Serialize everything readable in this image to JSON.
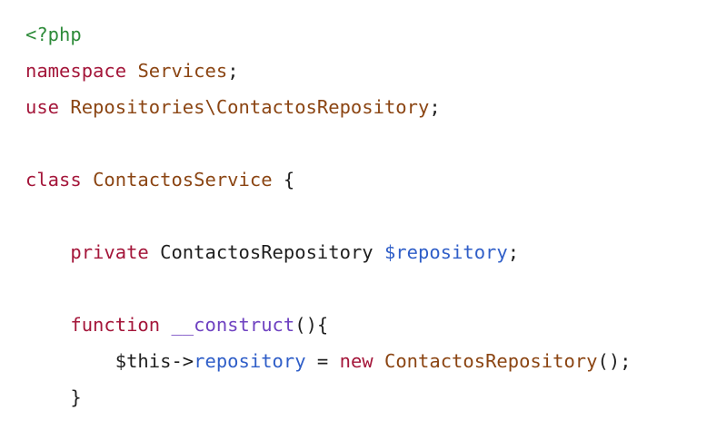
{
  "colors": {
    "tag": "#2e8b3a",
    "keyword": "#a4163a",
    "type": "#8b4513",
    "text": "#1f1f1f",
    "variable": "#2f5ec8",
    "function": "#6f42c1"
  },
  "code": {
    "lines": [
      [
        {
          "text": "<?php",
          "role": "tag"
        }
      ],
      [
        {
          "text": "namespace",
          "role": "keyword"
        },
        {
          "text": " ",
          "role": "text"
        },
        {
          "text": "Services",
          "role": "type"
        },
        {
          "text": ";",
          "role": "text"
        }
      ],
      [
        {
          "text": "use",
          "role": "keyword"
        },
        {
          "text": " ",
          "role": "text"
        },
        {
          "text": "Repositories\\ContactosRepository",
          "role": "type"
        },
        {
          "text": ";",
          "role": "text"
        }
      ],
      [],
      [
        {
          "text": "class",
          "role": "keyword"
        },
        {
          "text": " ",
          "role": "text"
        },
        {
          "text": "ContactosService",
          "role": "type"
        },
        {
          "text": " {",
          "role": "text"
        }
      ],
      [],
      [
        {
          "text": "    ",
          "role": "text"
        },
        {
          "text": "private",
          "role": "keyword"
        },
        {
          "text": " ContactosRepository ",
          "role": "text"
        },
        {
          "text": "$repository",
          "role": "variable"
        },
        {
          "text": ";",
          "role": "text"
        }
      ],
      [],
      [
        {
          "text": "    ",
          "role": "text"
        },
        {
          "text": "function",
          "role": "keyword"
        },
        {
          "text": " ",
          "role": "text"
        },
        {
          "text": "__construct",
          "role": "function"
        },
        {
          "text": "(){",
          "role": "text"
        }
      ],
      [
        {
          "text": "        ",
          "role": "text"
        },
        {
          "text": "$this",
          "role": "text"
        },
        {
          "text": "->",
          "role": "text"
        },
        {
          "text": "repository",
          "role": "variable"
        },
        {
          "text": " = ",
          "role": "text"
        },
        {
          "text": "new",
          "role": "keyword"
        },
        {
          "text": " ",
          "role": "text"
        },
        {
          "text": "ContactosRepository",
          "role": "type"
        },
        {
          "text": "();",
          "role": "text"
        }
      ],
      [
        {
          "text": "    }",
          "role": "text"
        }
      ]
    ]
  }
}
